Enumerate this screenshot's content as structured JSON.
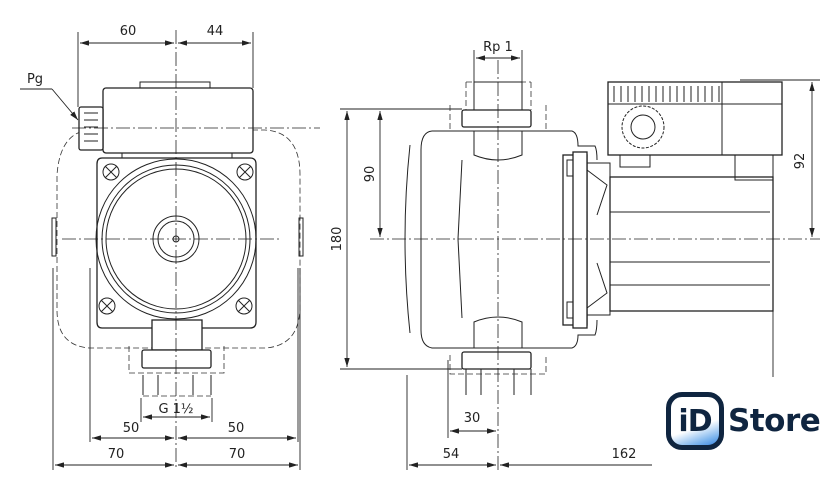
{
  "front_view": {
    "dims": {
      "top_left": "60",
      "top_right": "44",
      "cable_gland": "Pg",
      "thread": "G 1½",
      "flange_left": "50",
      "flange_right": "50",
      "body_left": "70",
      "body_right": "70"
    }
  },
  "side_view": {
    "dims": {
      "port_thread": "Rp 1",
      "height_total": "180",
      "height_half": "90",
      "box_height": "92",
      "offset_30": "30",
      "depth_54": "54",
      "length_162": "162"
    }
  },
  "logo": {
    "mark": "iD",
    "word": "Store"
  }
}
